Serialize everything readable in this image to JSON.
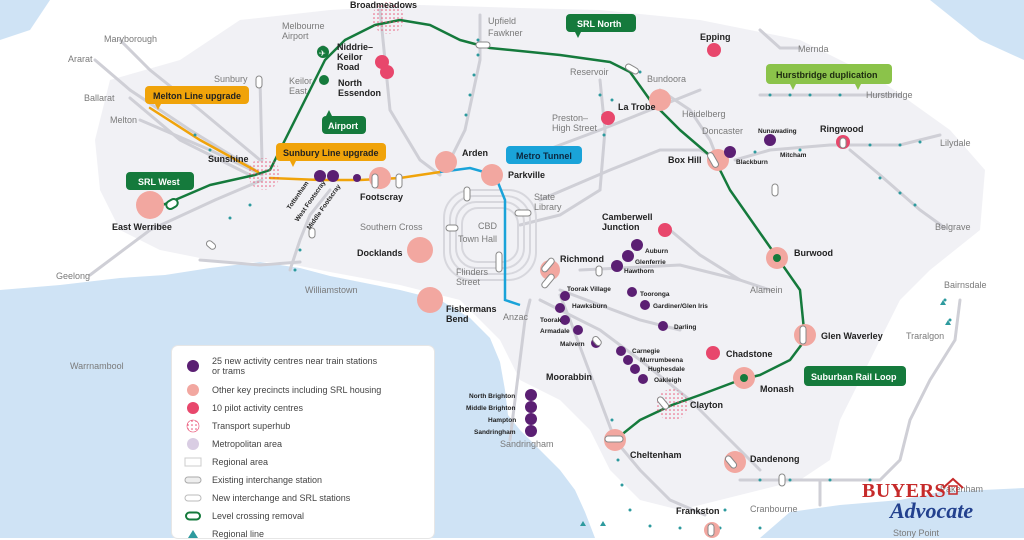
{
  "colors": {
    "water": "#cfe3f5",
    "land": "#ffffff",
    "metro_area": "#ececf1",
    "regional_line": "#cfcfd6",
    "srl_green": "#157a3c",
    "metro_tunnel": "#1aa3d9",
    "sunbury_orange": "#f0a30a",
    "activity_centre": "#5b1f73",
    "key_precinct": "#f2a7a0",
    "pilot_centre": "#e8476c",
    "crossing_removal": "#2d9a9e",
    "hurstbridge_tag": "#8bc34a",
    "logo_red": "#c62a2a",
    "logo_blue": "#23418e"
  },
  "tags": {
    "srl_north": "SRL North",
    "srl_west": "SRL West",
    "metro_tunnel": "Metro Tunnel",
    "melton_upgrade": "Melton Line upgrade",
    "sunbury_upgrade": "Sunbury Line upgrade",
    "hurstbridge": "Hurstbridge duplication",
    "airport": "Airport",
    "suburban_rail_loop": "Suburban Rail Loop"
  },
  "stations": {
    "broadmeadows": "Broadmeadows",
    "upfield": "Upfield",
    "fawkner": "Fawkner",
    "maryborough": "Maryborough",
    "ararat": "Ararat",
    "ballarat": "Ballarat",
    "melton": "Melton",
    "sunbury": "Sunbury",
    "melbourne_airport": "Melbourne\nAirport",
    "keilor_east": "Keilor\nEast",
    "niddrie": "Niddrie–\nKeilor\nRoad",
    "north_essendon": "North\nEssendon",
    "epping": "Epping",
    "mernda": "Mernda",
    "reservoir": "Reservoir",
    "bundoora": "Bundoora",
    "la_trobe": "La Trobe",
    "preston": "Preston–\nHigh Street",
    "heidelberg": "Heidelberg",
    "hurstbridge": "Hurstbridge",
    "doncaster": "Doncaster",
    "nunawading": "Nunawading",
    "mitcham": "Mitcham",
    "ringwood": "Ringwood",
    "lilydale": "Lilydale",
    "box_hill": "Box Hill",
    "blackburn": "Blackburn",
    "belgrave": "Belgrave",
    "sunshine": "Sunshine",
    "arden": "Arden",
    "parkville": "Parkville",
    "state_library": "State\nLibrary",
    "cbd": "CBD",
    "town_hall": "Town Hall",
    "southern_cross": "Southern Cross",
    "flinders_street": "Flinders\nStreet",
    "footscray": "Footscray",
    "tottenham": "Tottenham",
    "west_footscray": "West Footscray",
    "middle_footscray": "Middle Footscray",
    "east_werribee": "East Werribee",
    "docklands": "Docklands",
    "geelong": "Geelong",
    "williamstown": "Williamstown",
    "warrnambool": "Warrnambool",
    "fishermans_bend": "Fishermans\nBend",
    "anzac": "Anzac",
    "richmond": "Richmond",
    "camberwell": "Camberwell\nJunction",
    "auburn": "Auburn",
    "glenferrie": "Glenferrie",
    "hawthorn": "Hawthorn",
    "toorak_village": "Toorak Village",
    "hawksburn": "Hawksburn",
    "toorak": "Toorak",
    "armadale": "Armadale",
    "malvern": "Malvern",
    "tooronga": "Tooronga",
    "gardiner": "Gardiner/Glen Iris",
    "darling": "Darling",
    "burwood": "Burwood",
    "alamein": "Alamein",
    "glen_waverley": "Glen Waverley",
    "chadstone": "Chadstone",
    "carnegie": "Carnegie",
    "murrumbeena": "Murrumbeena",
    "hughesdale": "Hughesdale",
    "oakleigh": "Oakleigh",
    "monash": "Monash",
    "clayton": "Clayton",
    "moorabbin": "Moorabbin",
    "north_brighton": "North Brighton",
    "middle_brighton": "Middle Brighton",
    "hampton": "Hampton",
    "sandringham_ac": "Sandringham",
    "sandringham": "Sandringham",
    "cheltenham": "Cheltenham",
    "dandenong": "Dandenong",
    "pakenham": "Pakenham",
    "cranbourne": "Cranbourne",
    "frankston": "Frankston",
    "stony_point": "Stony Point",
    "bairnsdale": "Bairnsdale",
    "traralgon": "Traralgon"
  },
  "legend": {
    "items": [
      {
        "label": "25 new activity centres near train stations\nor trams",
        "symbol": "activity-centre-dot"
      },
      {
        "label": "Other key precincts including SRL housing",
        "symbol": "key-precinct-dot"
      },
      {
        "label": "10 pilot activity centres",
        "symbol": "pilot-centre-dot"
      },
      {
        "label": "Transport superhub",
        "symbol": "superhub-ring"
      },
      {
        "label": "Metropolitan area",
        "symbol": "metro-area-dot"
      },
      {
        "label": "Regional area",
        "symbol": "regional-area-box"
      },
      {
        "label": "Existing interchange station",
        "symbol": "interchange-bar"
      },
      {
        "label": "New interchange and SRL stations",
        "symbol": "new-interchange-bar"
      },
      {
        "label": "Level crossing removal",
        "symbol": "crossing-oval"
      },
      {
        "label": "Regional line",
        "symbol": "regional-triangle"
      }
    ]
  },
  "logo": {
    "top": "BUYERS",
    "bottom": "Advocate"
  }
}
